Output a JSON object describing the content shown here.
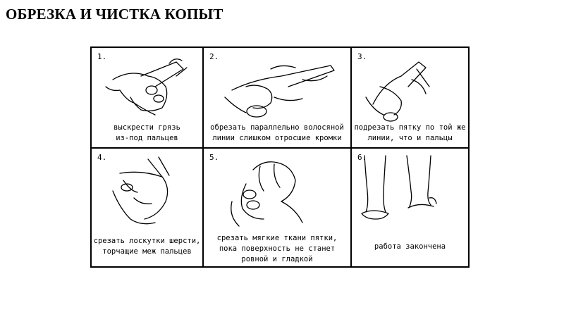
{
  "title": "ОБРЕЗКА И ЧИСТКА КОПЫТ",
  "steps": [
    {
      "number": "1.",
      "caption": [
        "выскрести грязь",
        "из-под пальцев"
      ]
    },
    {
      "number": "2.",
      "caption": [
        "обрезать параллельно волосяной",
        "линии слишком отросшие кромки"
      ]
    },
    {
      "number": "3.",
      "caption": [
        "подрезать пятку по той же",
        "линии, что и пальцы"
      ]
    },
    {
      "number": "4.",
      "caption": [
        "срезать лоскутки шерсти,",
        "торчащие меж пальцев"
      ]
    },
    {
      "number": "5.",
      "caption": [
        "срезать мягкие ткани пятки,",
        "пока поверхность не станет",
        "ровной и гладкой"
      ]
    },
    {
      "number": "6.",
      "caption": [
        "работа закончена"
      ]
    }
  ]
}
